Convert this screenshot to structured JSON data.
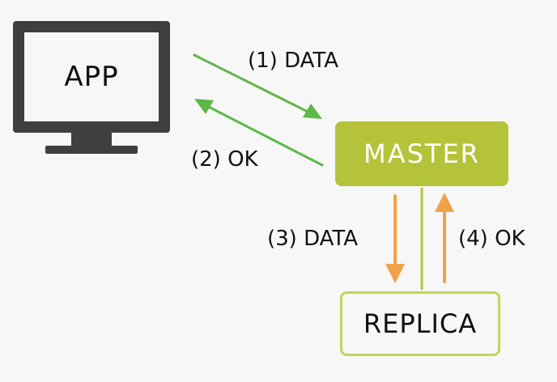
{
  "nodes": {
    "app": {
      "label": "APP"
    },
    "master": {
      "label": "MASTER"
    },
    "replica": {
      "label": "REPLICA"
    }
  },
  "edges": [
    {
      "label": "(1) DATA",
      "from": "app",
      "to": "master"
    },
    {
      "label": "(2) OK",
      "from": "master",
      "to": "app"
    },
    {
      "label": "(3) DATA",
      "from": "master",
      "to": "replica"
    },
    {
      "label": "(4) OK",
      "from": "replica",
      "to": "master"
    }
  ],
  "colors": {
    "green_arrow": "#5cb848",
    "orange_arrow": "#f0a24a",
    "master_fill": "#b5c33a",
    "replica_border": "#c5d35a",
    "monitor": "#3f3f3f"
  }
}
